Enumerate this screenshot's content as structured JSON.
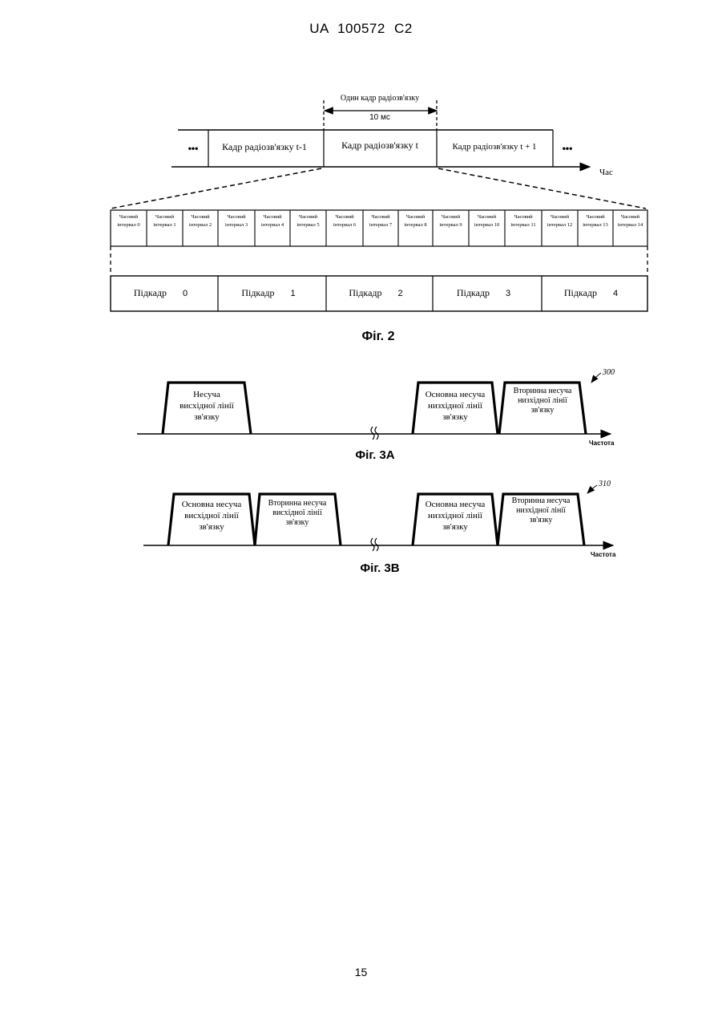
{
  "header": {
    "doc_id": "UA   100572   C2"
  },
  "fig2": {
    "frame_label": "Один кадр радіозв'язку",
    "duration": "10 мс",
    "ellipsis": "•••",
    "frames": [
      "Кадр радіозв'язку t-1",
      "Кадр радіозв'язку t",
      "Кадр радіозв'язку t + 1"
    ],
    "time_axis": "Час",
    "slots": [
      [
        "Часовий",
        "інтервал 0"
      ],
      [
        "Часовий",
        "інтервал 1"
      ],
      [
        "Часовий",
        "інтервал 2"
      ],
      [
        "Часовий",
        "інтервал 3"
      ],
      [
        "Часовий",
        "інтервал 4"
      ],
      [
        "Часовий",
        "інтервал 5"
      ],
      [
        "Часовий",
        "інтервал 6"
      ],
      [
        "Часовий",
        "інтервал 7"
      ],
      [
        "Часовий",
        "інтервал 8"
      ],
      [
        "Часовий",
        "інтервал 9"
      ],
      [
        "Часовий",
        "інтервал 10"
      ],
      [
        "Часовий",
        "інтервал 11"
      ],
      [
        "Часовий",
        "інтервал 12"
      ],
      [
        "Часовий",
        "інтервал 13"
      ],
      [
        "Часовий",
        "інтервал 14"
      ]
    ],
    "subframes": [
      {
        "label": "Підкадр",
        "num": "0"
      },
      {
        "label": "Підкадр",
        "num": "1"
      },
      {
        "label": "Підкадр",
        "num": "2"
      },
      {
        "label": "Підкадр",
        "num": "3"
      },
      {
        "label": "Підкадр",
        "num": "4"
      }
    ],
    "caption": "Фіг. 2"
  },
  "fig3a": {
    "ref": "300",
    "carriers": [
      [
        "Несуча",
        "висхідної лінії",
        "зв'язку"
      ],
      [
        "Основна несуча",
        "низхідної лінії",
        "зв'язку"
      ],
      [
        "Вторинна несуча",
        "низхідної лінії",
        "зв'язку"
      ]
    ],
    "axis": "Частота",
    "caption": "Фіг. 3А"
  },
  "fig3b": {
    "ref": "310",
    "carriers": [
      [
        "Основна несуча",
        "висхідної лінії",
        "зв'язку"
      ],
      [
        "Вторинна несуча",
        "висхідної лінії",
        "зв'язку"
      ],
      [
        "Основна несуча",
        "низхідної лінії",
        "зв'язку"
      ],
      [
        "Вторинна несуча",
        "низхідної лінії",
        "зв'язку"
      ]
    ],
    "axis": "Частота",
    "caption": "Фіг. 3В"
  },
  "page_number": "15"
}
